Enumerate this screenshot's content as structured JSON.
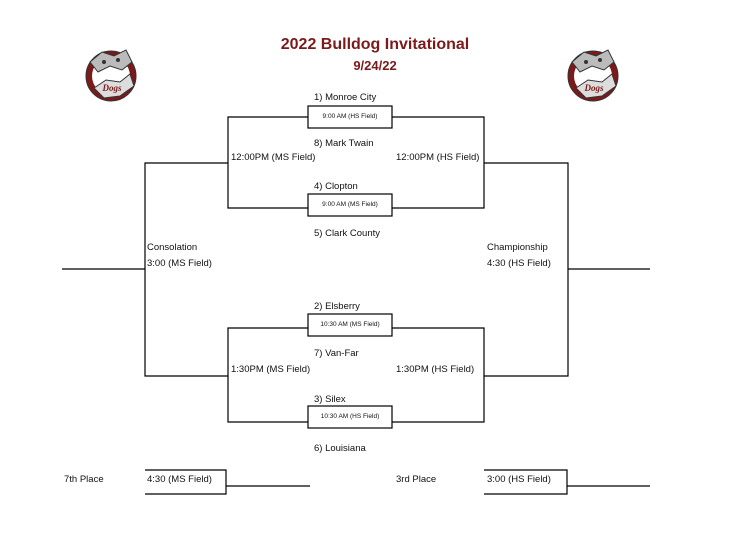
{
  "header": {
    "title": "2022 Bulldog Invitational",
    "date": "9/24/22"
  },
  "logo": {
    "text": "Dogs",
    "colors": {
      "maroon": "#7a1a1a",
      "gray": "#9a9a9a"
    }
  },
  "first_round": [
    {
      "top_team": "1) Monroe City",
      "time": "9:00  AM (HS Field)",
      "bottom_team": "8) Mark Twain"
    },
    {
      "top_team": "4) Clopton",
      "time": "9:00 AM (MS Field)",
      "bottom_team": "5) Clark County"
    },
    {
      "top_team": "2) Elsberry",
      "time": "10:30 AM (MS Field)",
      "bottom_team": "7) Van-Far"
    },
    {
      "top_team": "3) Silex",
      "time": "10:30 AM (HS Field)",
      "bottom_team": "6) Louisiana"
    }
  ],
  "semifinals": {
    "top_left": "12:00PM (MS Field)",
    "top_right": "12:00PM (HS Field)",
    "bottom_left": "1:30PM (MS Field)",
    "bottom_right": "1:30PM (HS Field)"
  },
  "finals": {
    "consolation_label": "Consolation",
    "consolation_time": "3:00 (MS Field)",
    "championship_label": "Championship",
    "championship_time": "4:30 (HS Field)"
  },
  "placement": {
    "seventh_label": "7th Place",
    "seventh_time": "4:30 (MS Field)",
    "third_label": "3rd Place",
    "third_time": "3:00 (HS Field)"
  }
}
